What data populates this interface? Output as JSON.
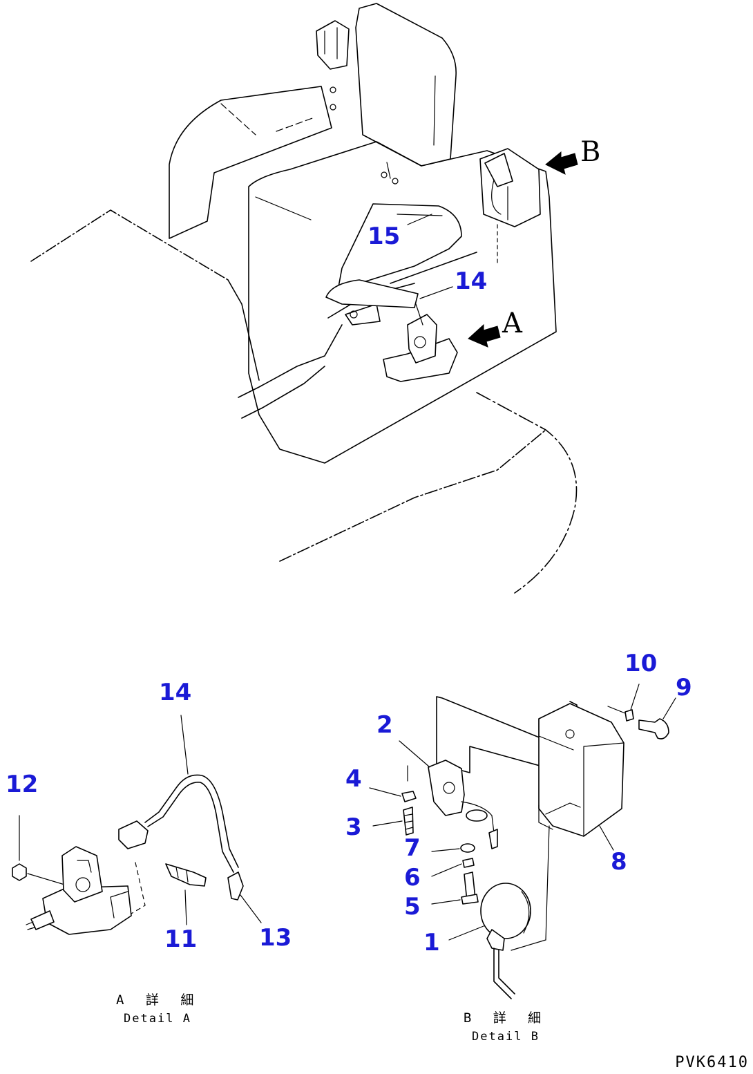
{
  "callouts": [
    {
      "id": "15",
      "label": "15"
    },
    {
      "id": "14",
      "label": "14"
    },
    {
      "id": "14b",
      "label": "14"
    },
    {
      "id": "12",
      "label": "12"
    },
    {
      "id": "11",
      "label": "11"
    },
    {
      "id": "13",
      "label": "13"
    },
    {
      "id": "10",
      "label": "10"
    },
    {
      "id": "9",
      "label": "9"
    },
    {
      "id": "2",
      "label": "2"
    },
    {
      "id": "4",
      "label": "4"
    },
    {
      "id": "3",
      "label": "3"
    },
    {
      "id": "7",
      "label": "7"
    },
    {
      "id": "6",
      "label": "6"
    },
    {
      "id": "5",
      "label": "5"
    },
    {
      "id": "1",
      "label": "1"
    },
    {
      "id": "8",
      "label": "8"
    }
  ],
  "view_arrows": {
    "a": "A",
    "b": "B"
  },
  "details": {
    "a": {
      "jp": "A 詳 細",
      "en": "Detail A"
    },
    "b": {
      "jp": "B 詳 細",
      "en": "Detail B"
    }
  },
  "drawing_code": "PVK6410",
  "colors": {
    "callout": "#1a1ad6",
    "linework": "#000000",
    "background": "#ffffff"
  }
}
